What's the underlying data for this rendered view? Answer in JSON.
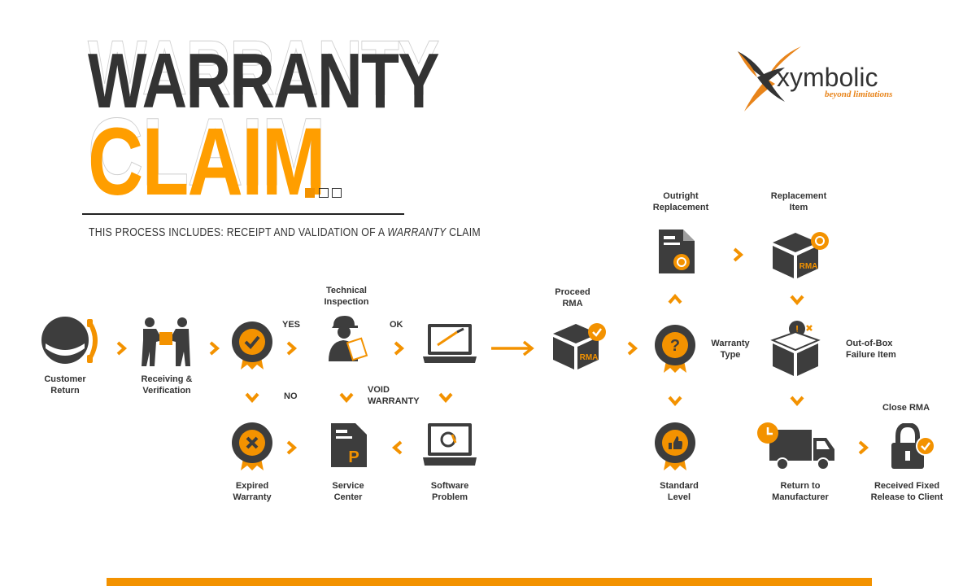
{
  "header": {
    "title_line1": "WARRANTY",
    "title_line2": "CLAIM",
    "subtitle_prefix": "THIS PROCESS INCLUDES: RECEIPT AND VALIDATION OF A ",
    "subtitle_em": "WARRANTY",
    "subtitle_suffix": " CLAIM"
  },
  "logo": {
    "name": "xymbolic",
    "tagline": "beyond limitations"
  },
  "colors": {
    "accent": "#f39200",
    "title_orange": "#ff9e00",
    "dark": "#3d3d3d"
  },
  "steps": {
    "customer_return": [
      "Customer",
      "Return"
    ],
    "receiving": [
      "Receiving &",
      "Verification"
    ],
    "technical_inspection": [
      "Technical",
      "Inspection"
    ],
    "proceed_rma": [
      "Proceed",
      "RMA"
    ],
    "warranty_type": [
      "Warranty",
      "Type"
    ],
    "outright_replacement": [
      "Outright",
      "Replacement"
    ],
    "replacement_item": [
      "Replacement",
      "Item"
    ],
    "out_of_box": [
      "Out-of-Box",
      "Failure Item"
    ],
    "return_to_manufacturer": [
      "Return to",
      "Manufacturer"
    ],
    "close_rma": "Close RMA",
    "received_fixed": [
      "Received Fixed",
      "Release to Client"
    ],
    "standard_level": [
      "Standard",
      "Level"
    ],
    "expired_warranty": [
      "Expired",
      "Warranty"
    ],
    "service_center": [
      "Service",
      "Center"
    ],
    "software_problem": [
      "Software",
      "Problem"
    ],
    "void_warranty": [
      "VOID",
      "WARRANTY"
    ]
  },
  "decisions": {
    "yes": "YES",
    "no": "NO",
    "ok": "OK"
  },
  "box_text": "RMA",
  "service_glyph": "P"
}
